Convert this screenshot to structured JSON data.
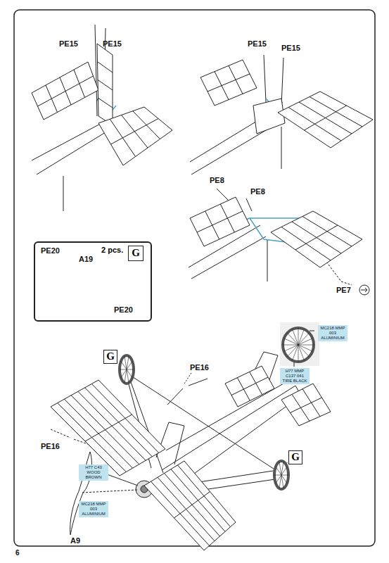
{
  "diagram": {
    "nodes": [
      {
        "text": [
          "2 pcs."
        ]
      },
      {
        "text": [
          "G"
        ],
        "in": 0
      },
      {
        "text": [
          "G"
        ]
      },
      {
        "text": [
          "G"
        ]
      }
    ],
    "labels": [
      "PE15",
      "PE15",
      "PE15",
      "PE15",
      "PE8",
      "PE8",
      "PE7",
      "PE20",
      "A19",
      "PE20",
      "MC218 MMP 003 ALUMINIUM",
      "H77 MMP C137 041 TIRE BLACK",
      "PE16",
      "PE16",
      "H77 C43 WOOD BROWN",
      "MC218 MMP 003 ALUMINIUM",
      "A9",
      "6"
    ]
  }
}
